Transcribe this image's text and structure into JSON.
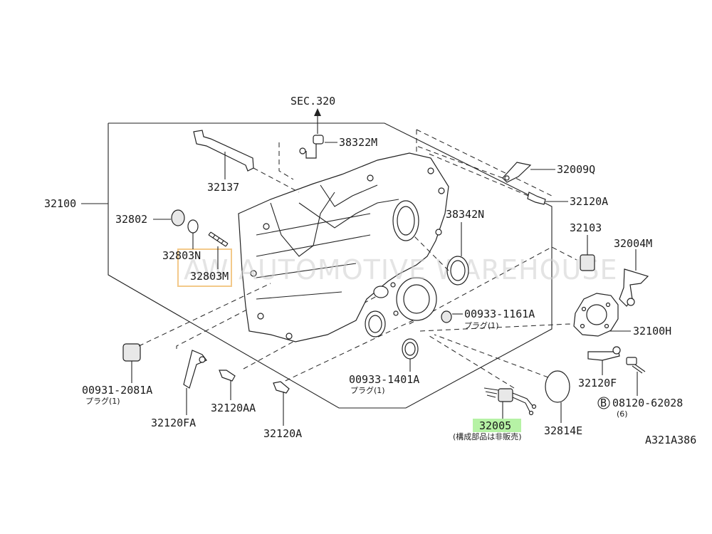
{
  "diagram": {
    "section_ref": "SEC.320",
    "drawing_code": "A321A386",
    "watermark": {
      "logo": "AW",
      "text": "AUTOMOTIVE WAREHOUSE"
    },
    "highlight_color": "#b6f2a5",
    "parts": [
      {
        "id": "32100",
        "label": "32100"
      },
      {
        "id": "32137",
        "label": "32137"
      },
      {
        "id": "38322M",
        "label": "38322M"
      },
      {
        "id": "32009Q",
        "label": "32009Q"
      },
      {
        "id": "32120A-top",
        "label": "32120A"
      },
      {
        "id": "38342N",
        "label": "38342N"
      },
      {
        "id": "32802",
        "label": "32802"
      },
      {
        "id": "32803N",
        "label": "32803N"
      },
      {
        "id": "32803M",
        "label": "32803M"
      },
      {
        "id": "32103",
        "label": "32103"
      },
      {
        "id": "32004M",
        "label": "32004M"
      },
      {
        "id": "00933-1161A",
        "label": "00933-1161A",
        "note": "プラグ(1)"
      },
      {
        "id": "32100H",
        "label": "32100H"
      },
      {
        "id": "00931-2081A",
        "label": "00931-2081A",
        "note": "プラグ(1)"
      },
      {
        "id": "00933-1401A",
        "label": "00933-1401A",
        "note": "プラグ(1)"
      },
      {
        "id": "32120F",
        "label": "32120F"
      },
      {
        "id": "08120-62028",
        "label": "08120-62028",
        "prefix": "B",
        "qty": "(6)"
      },
      {
        "id": "32120AA",
        "label": "32120AA"
      },
      {
        "id": "32120FA",
        "label": "32120FA"
      },
      {
        "id": "32120A-bottom",
        "label": "32120A"
      },
      {
        "id": "32005",
        "label": "32005",
        "note": "(構成部品は非販売)"
      },
      {
        "id": "32814E",
        "label": "32814E"
      }
    ]
  }
}
